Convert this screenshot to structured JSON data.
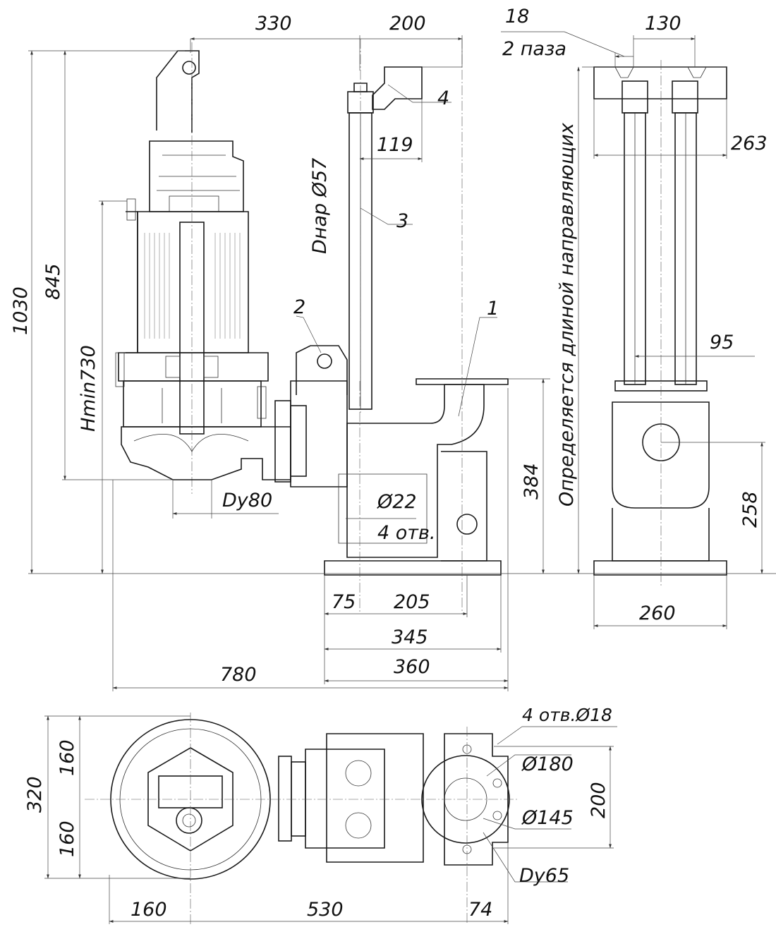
{
  "dimensions": {
    "d330": "330",
    "d200top": "200",
    "d18": "18",
    "d2paza": "2 паза",
    "d130": "130",
    "d263": "263",
    "d119": "119",
    "d1030": "1030",
    "d845": "845",
    "hmin": "Hmin730",
    "dnar": "Dнар Ø57",
    "dy80": "Dy80",
    "d22": "Ø22",
    "holes4": "4 отв.",
    "d384": "384",
    "guides_note": "Определяется длиной направляющих",
    "d95": "95",
    "d258": "258",
    "d75": "75",
    "d205": "205",
    "d345": "345",
    "d360": "360",
    "d780": "780",
    "d260": "260",
    "holes_d18": "4 отв.Ø18",
    "d180": "Ø180",
    "d145": "Ø145",
    "dy65": "Dy65",
    "d200side": "200",
    "d320": "320",
    "d160a": "160",
    "d160b": "160",
    "d160bottom": "160",
    "d530": "530",
    "d74": "74"
  },
  "parts": {
    "p1": "1",
    "p2": "2",
    "p3": "3",
    "p4": "4"
  }
}
